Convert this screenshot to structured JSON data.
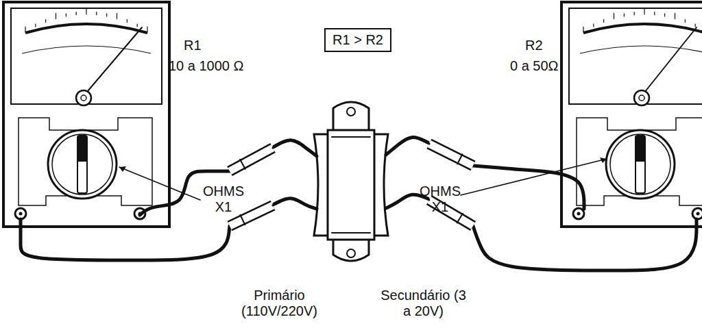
{
  "diagram": {
    "nodes": [
      {
        "text": [
          "R1 > R2"
        ]
      }
    ],
    "labels": [
      "R1",
      "10 a 1000 Ω",
      "R2",
      "0 a 50Ω",
      "OHMS X1",
      "OHMS X1",
      "Primário (110V/220V)",
      "Secundário (3 a 20V)"
    ]
  }
}
